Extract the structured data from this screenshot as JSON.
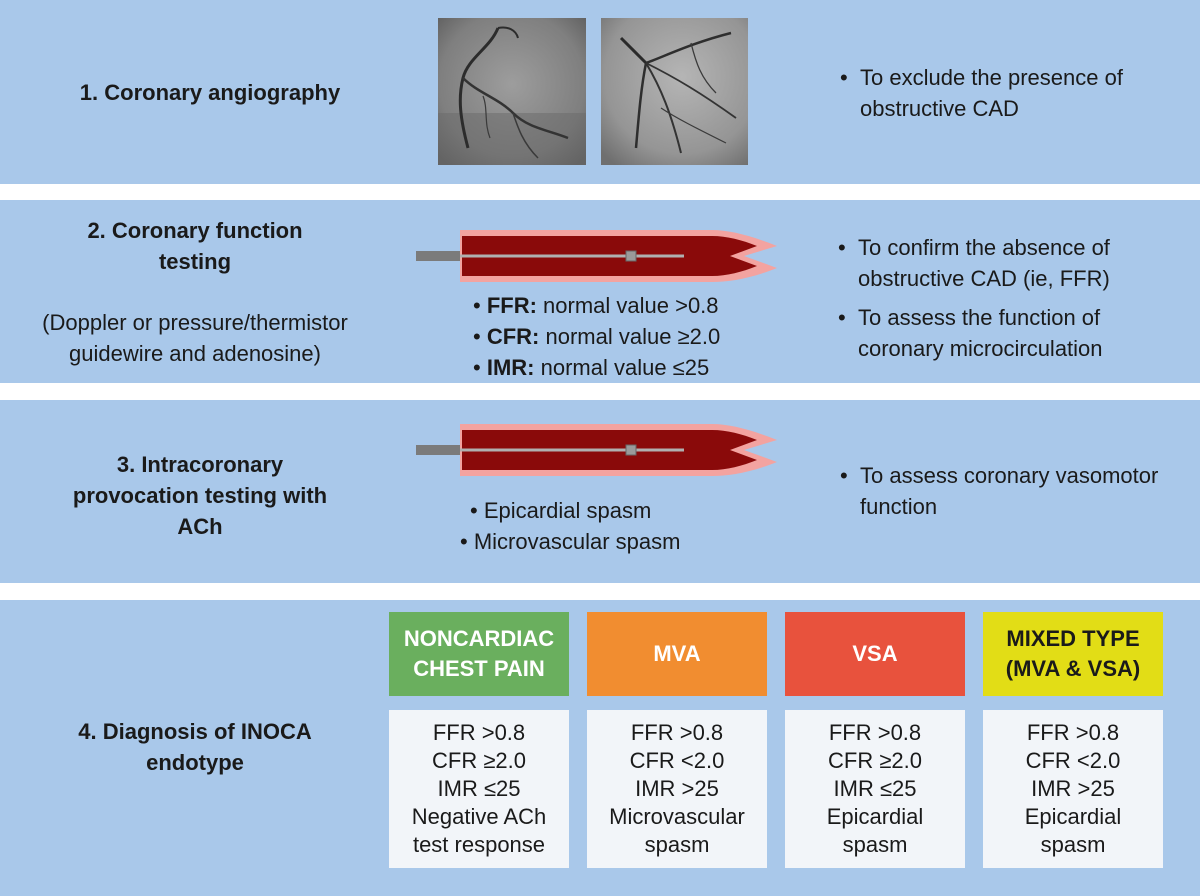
{
  "colors": {
    "panel_bg": "#a9c8ea",
    "noncardiac": "#6aaf5e",
    "mva": "#f18d30",
    "vsa": "#e8523d",
    "mixed": "#e2dd16",
    "vessel_wall": "#f0a2a0",
    "vessel_lumen": "#8a0a0a"
  },
  "step1": {
    "title": "1. Coronary angiography",
    "bullets": [
      "To exclude the presence of obstructive CAD"
    ]
  },
  "step2": {
    "title": "2. Coronary function testing",
    "subtitle": "(Doppler or pressure/thermistor guidewire and adenosine)",
    "values": [
      {
        "label": "FFR:",
        "text": " normal value >0.8"
      },
      {
        "label": "CFR:",
        "text": " normal value ≥2.0"
      },
      {
        "label": "IMR:",
        "text": " normal value ≤25"
      }
    ],
    "bullets": [
      "To confirm the absence of obstructive CAD (ie, FFR)",
      "To assess the function of coronary microcirculation"
    ]
  },
  "step3": {
    "title": "3. Intracoronary provocation testing with ACh",
    "items": [
      "Epicardial spasm",
      "Microvascular spasm"
    ],
    "bullets": [
      "To assess coronary vasomotor function"
    ]
  },
  "step4": {
    "title": "4. Diagnosis of INOCA endotype",
    "categories": [
      {
        "name": "NONCARDIAC CHEST PAIN",
        "lines": [
          "FFR >0.8",
          "CFR ≥2.0",
          "IMR ≤25",
          "Negative ACh",
          "test response"
        ]
      },
      {
        "name": "MVA",
        "lines": [
          "FFR >0.8",
          "CFR <2.0",
          "IMR >25",
          "Microvascular",
          "spasm"
        ]
      },
      {
        "name": "VSA",
        "lines": [
          "FFR >0.8",
          "CFR ≥2.0",
          "IMR ≤25",
          "Epicardial",
          "spasm"
        ]
      },
      {
        "name": "MIXED TYPE (MVA & VSA)",
        "lines": [
          "FFR >0.8",
          "CFR <2.0",
          "IMR >25",
          "Epicardial",
          "spasm"
        ]
      }
    ]
  }
}
